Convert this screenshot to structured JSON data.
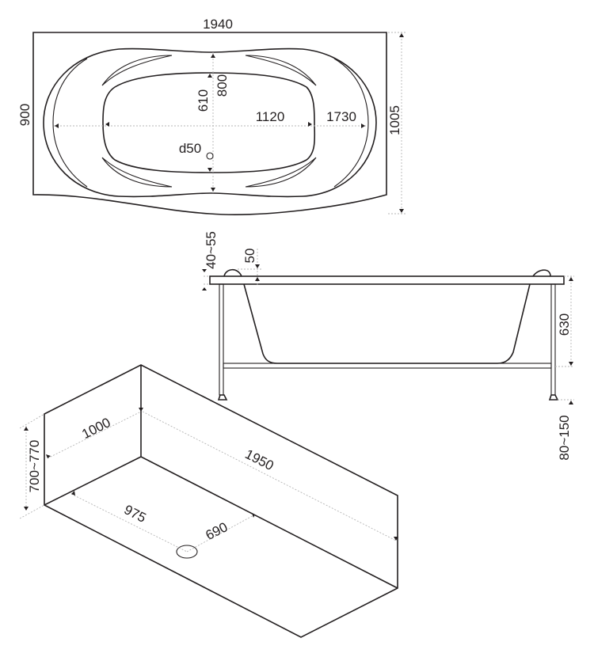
{
  "top_view": {
    "overall_length": "1940",
    "panel_height": "900",
    "overall_width": "1005",
    "inner_width": "610",
    "outer_width": "800",
    "inner_length": "1120",
    "outer_length": "1730",
    "drain": "d50"
  },
  "side_view": {
    "rim_height": "40~55",
    "headrest": "50",
    "depth": "630",
    "leg_adjust": "80~150"
  },
  "iso_view": {
    "width": "1000",
    "length": "1950",
    "height": "700~770",
    "drain_from_end": "975",
    "drain_from_side": "690"
  }
}
